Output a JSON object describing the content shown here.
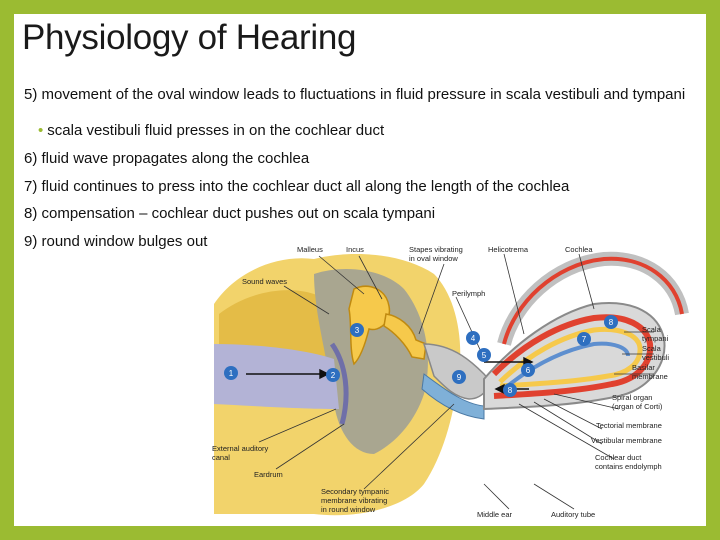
{
  "slide": {
    "title": "Physiology of Hearing",
    "points": [
      "5) movement of the oval window leads to fluctuations in fluid pressure in scala vestibuli and tympani",
      "scala vestibuli fluid presses in on the cochlear duct",
      "6) fluid wave propagates along the cochlea",
      "7) fluid continues to press into the cochlear duct all along the length of the cochlea",
      "8) compensation – cochlear duct pushes out on scala tympani",
      "9) round window bulges out"
    ]
  },
  "diagram": {
    "labels": {
      "malleus": "Malleus",
      "incus": "Incus",
      "stapes": "Stapes vibrating in oval window",
      "helicotrema": "Helicotrema",
      "cochlea": "Cochlea",
      "sound_waves": "Sound waves",
      "perilymph": "Perilymph",
      "scala_tympani": "Scala tympani",
      "scala_vestibuli": "Scala vestibuli",
      "basilar": "Basilar membrane",
      "spiral_organ": "Spiral organ (organ of Corti)",
      "tectorial": "Tectorial membrane",
      "vestibular": "Vestibular membrane",
      "cochlear_duct": "Cochlear duct contains endolymph",
      "external_canal": "External auditory canal",
      "eardrum": "Eardrum",
      "secondary_tympanic": "Secondary tympanic membrane vibrating in round window",
      "middle_ear": "Middle ear",
      "auditory_tube": "Auditory tube"
    },
    "markers": [
      "1",
      "2",
      "3",
      "4",
      "5",
      "6",
      "7",
      "8",
      "9"
    ],
    "colors": {
      "background_frame": "#9bbb32",
      "bone": "#f2d36b",
      "bone_dark": "#d9aa2a",
      "cavity": "#a9a690",
      "canal": "#b3b3d6",
      "marker": "#2e6fc0",
      "cochlea_red": "#e0412f"
    }
  }
}
